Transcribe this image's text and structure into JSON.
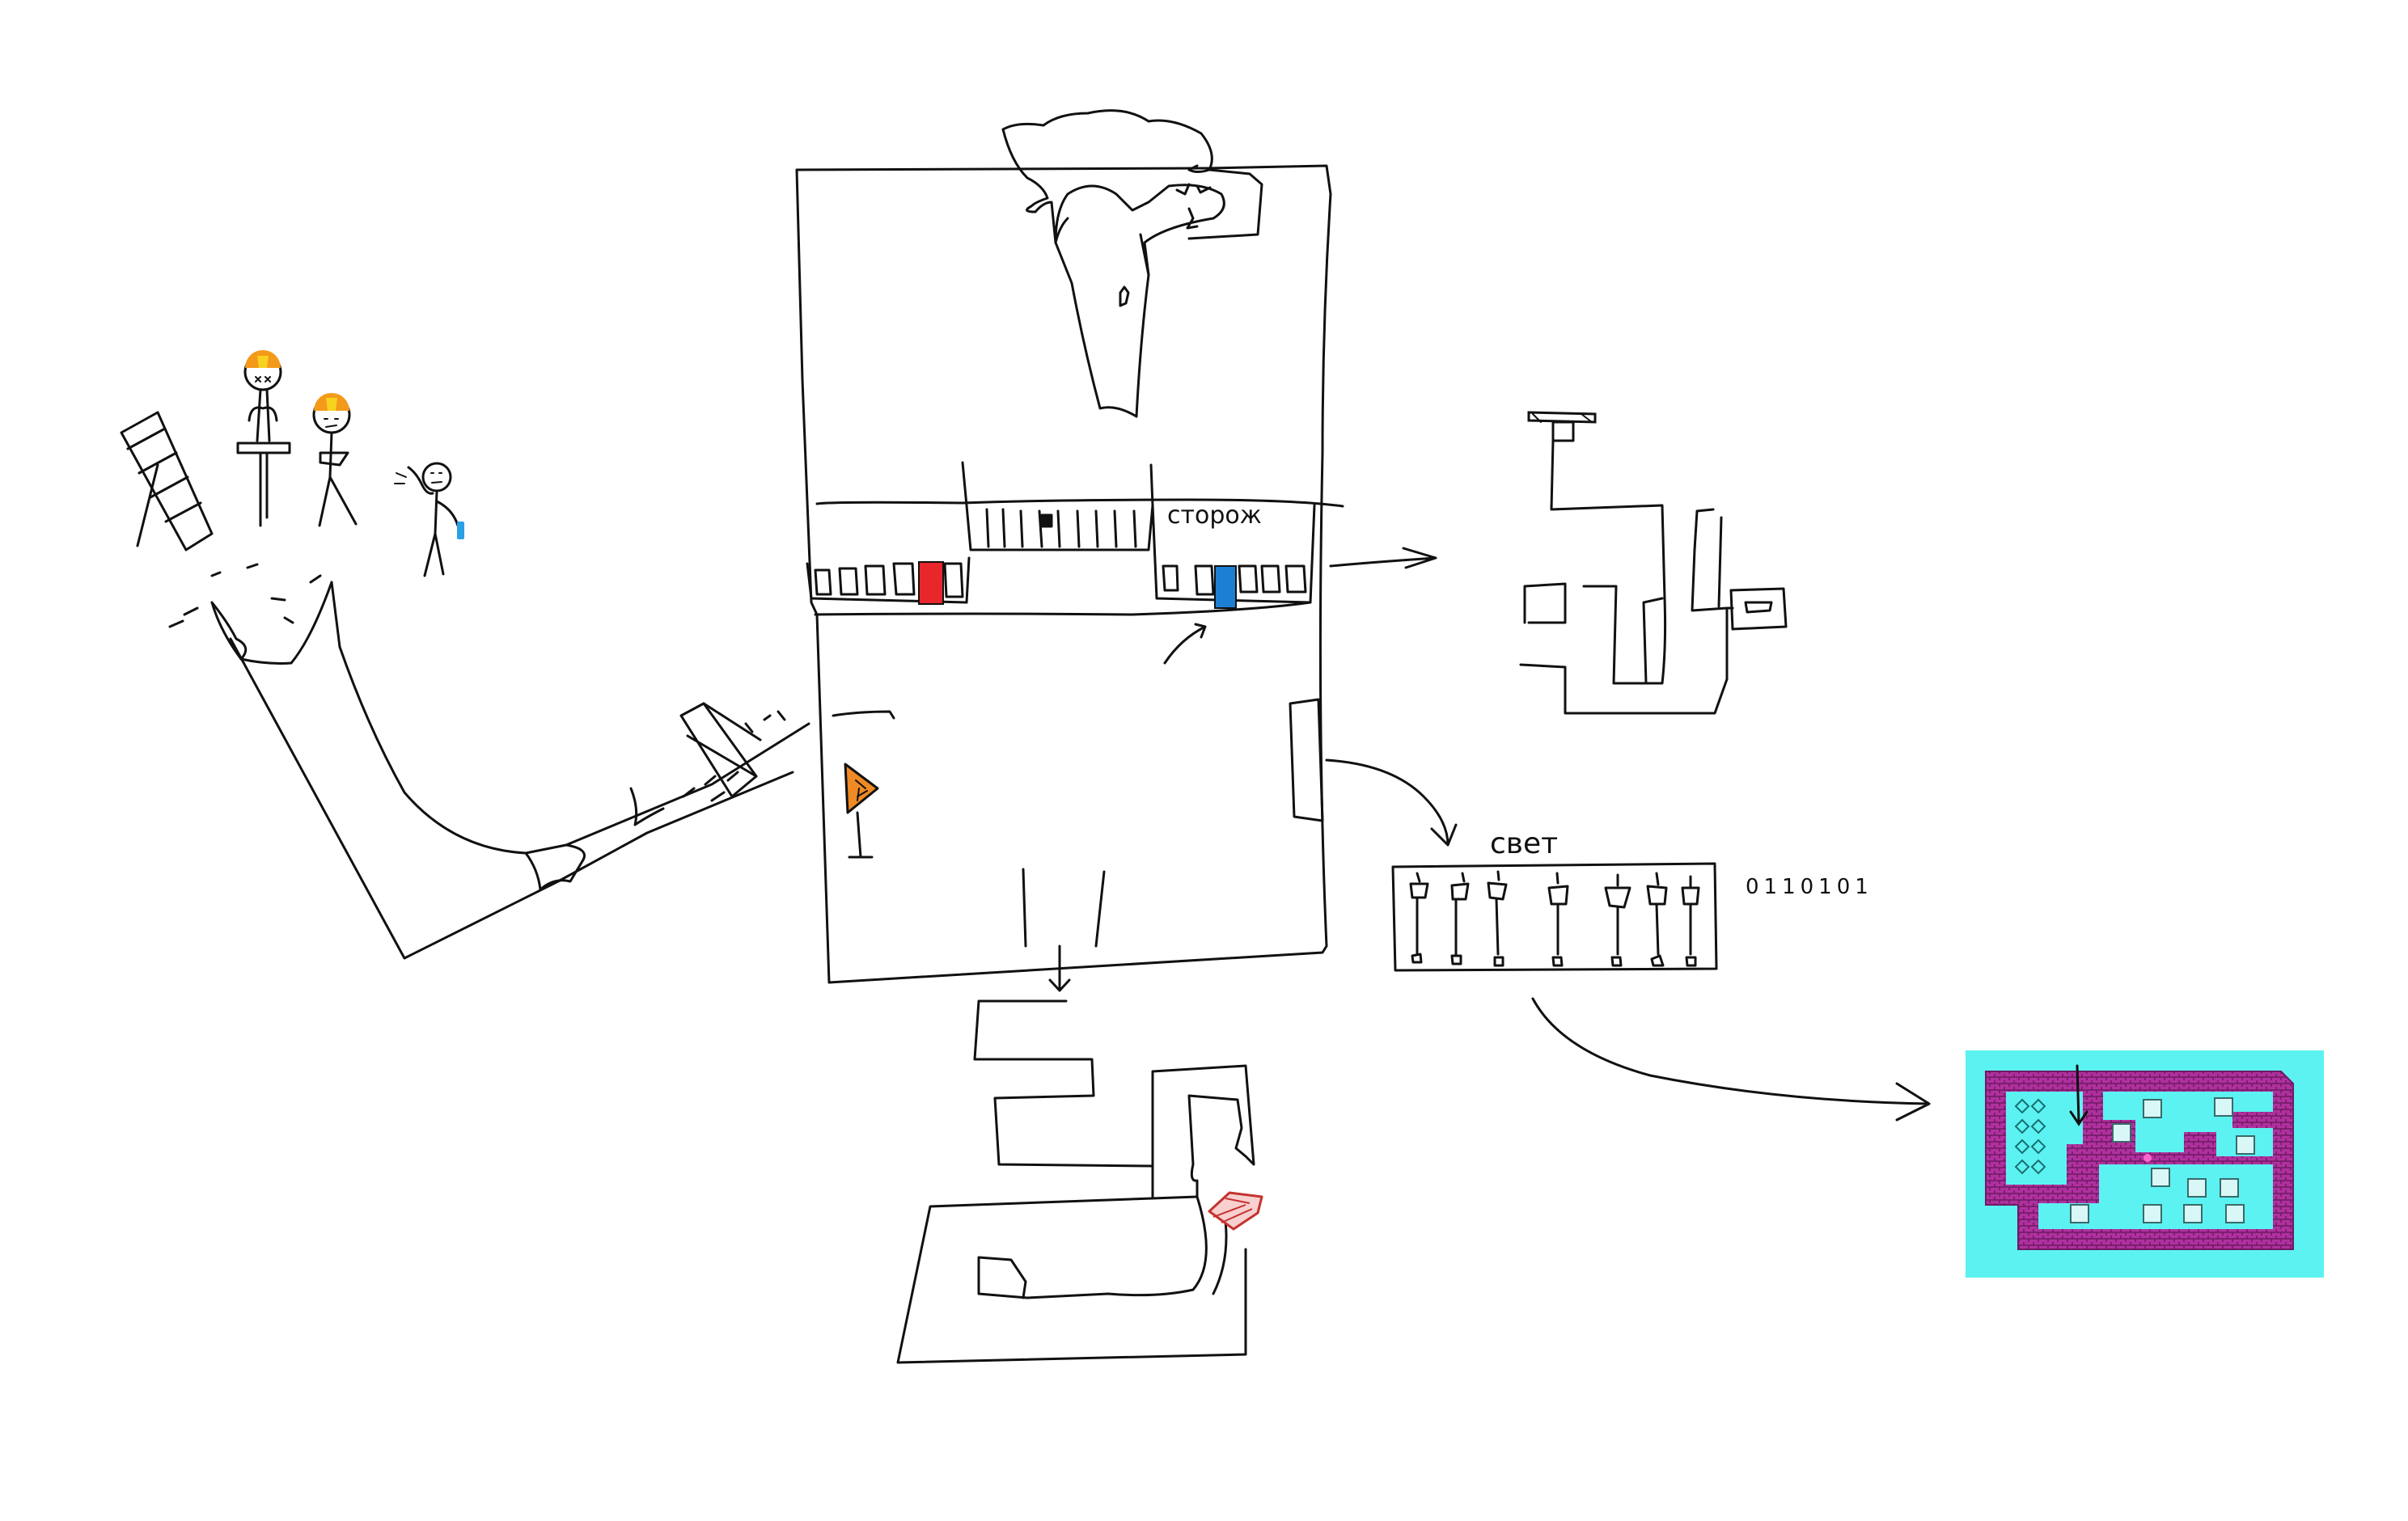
{
  "labels": {
    "watchman": "сторож",
    "light": "свет",
    "binary_code": "0110101"
  },
  "colors": {
    "ink": "#111111",
    "red_door": "#e8262b",
    "blue_door": "#1d7fd4",
    "hardhat_orange": "#f39a1a",
    "hardhat_yellow": "#f7d21e",
    "warning_sign": "#f08a24",
    "vehicle_red": "#c4332f",
    "phone_blue": "#2aa0e6",
    "game_bg": "#5cf2f2",
    "game_wall": "#b0309e",
    "game_wall_dark": "#6e1a63"
  },
  "icons": [
    "ladder-icon",
    "worker-with-jackhammer-icon",
    "worker-arms-crossed-icon",
    "person-on-phone-icon",
    "tree-icon",
    "red-door-icon",
    "blue-door-icon",
    "warning-sign-icon",
    "red-vehicle-icon",
    "lamp-icon"
  ]
}
